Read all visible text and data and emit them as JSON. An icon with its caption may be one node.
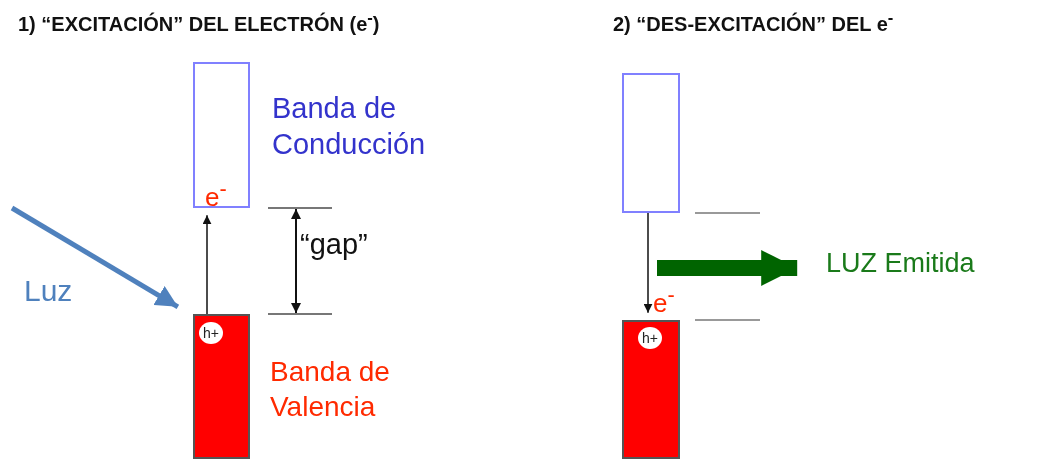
{
  "diagram": {
    "nodes": [
      {
        "text": [
          "Banda de Conducción"
        ]
      },
      {
        "text": [
          "Banda de Valencia"
        ]
      },
      {
        "text": [
          "h+"
        ],
        "in": 1
      },
      {
        "text": [],
        "shape": "box"
      },
      {
        "text": [],
        "shape": "box"
      },
      {
        "text": [
          "h+"
        ],
        "in": 4
      },
      {
        "text": [
          "LUZ Emitida"
        ]
      }
    ],
    "edges": [
      {
        "from": 2,
        "to": 0,
        "arrow": "to"
      },
      {
        "from": null,
        "to": 1,
        "arrow": "to",
        "style": "thick",
        "color": "#4f81bd"
      },
      {
        "from": 3,
        "to": 4,
        "arrow": "to"
      },
      {
        "from": null,
        "to": 6,
        "arrow": "to",
        "style": "thick",
        "color": "#006400"
      }
    ],
    "labels": [
      "1) “EXCITACIÓN” DEL ELECTRÓN (e$^{-}$)",
      "e$^{-}$",
      "“gap”",
      "Luz",
      "2) “DES-EXCITACIÓN” DEL e$^{-}$",
      "e$^{-}$"
    ]
  }
}
